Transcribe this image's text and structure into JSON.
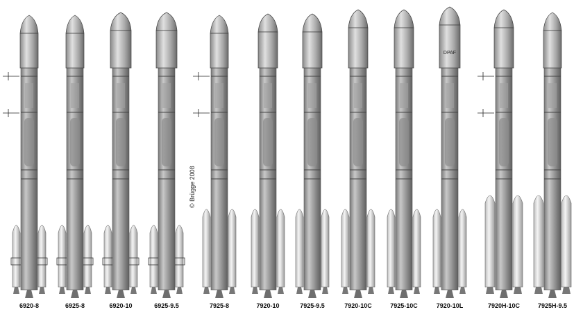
{
  "credit": "© Brügge 2008",
  "rockets": [
    {
      "label": "6920-8",
      "boosters": "small",
      "fairing_text": ""
    },
    {
      "label": "6925-8",
      "boosters": "small",
      "fairing_text": ""
    },
    {
      "label": "6920-10",
      "boosters": "small",
      "fairing_text": ""
    },
    {
      "label": "6925-9.5",
      "boosters": "small",
      "fairing_text": ""
    },
    {
      "label": "7925-8",
      "boosters": "medium",
      "fairing_text": ""
    },
    {
      "label": "7920-10",
      "boosters": "medium",
      "fairing_text": ""
    },
    {
      "label": "7925-9.5",
      "boosters": "medium",
      "fairing_text": ""
    },
    {
      "label": "7920-10C",
      "boosters": "medium",
      "fairing_text": ""
    },
    {
      "label": "7925-10C",
      "boosters": "medium",
      "fairing_text": ""
    },
    {
      "label": "7920-10L",
      "boosters": "medium",
      "fairing_text": "DPAF"
    },
    {
      "label": "7920H-10C",
      "boosters": "large",
      "fairing_text": ""
    },
    {
      "label": "7925H-9.5",
      "boosters": "large",
      "fairing_text": ""
    }
  ]
}
